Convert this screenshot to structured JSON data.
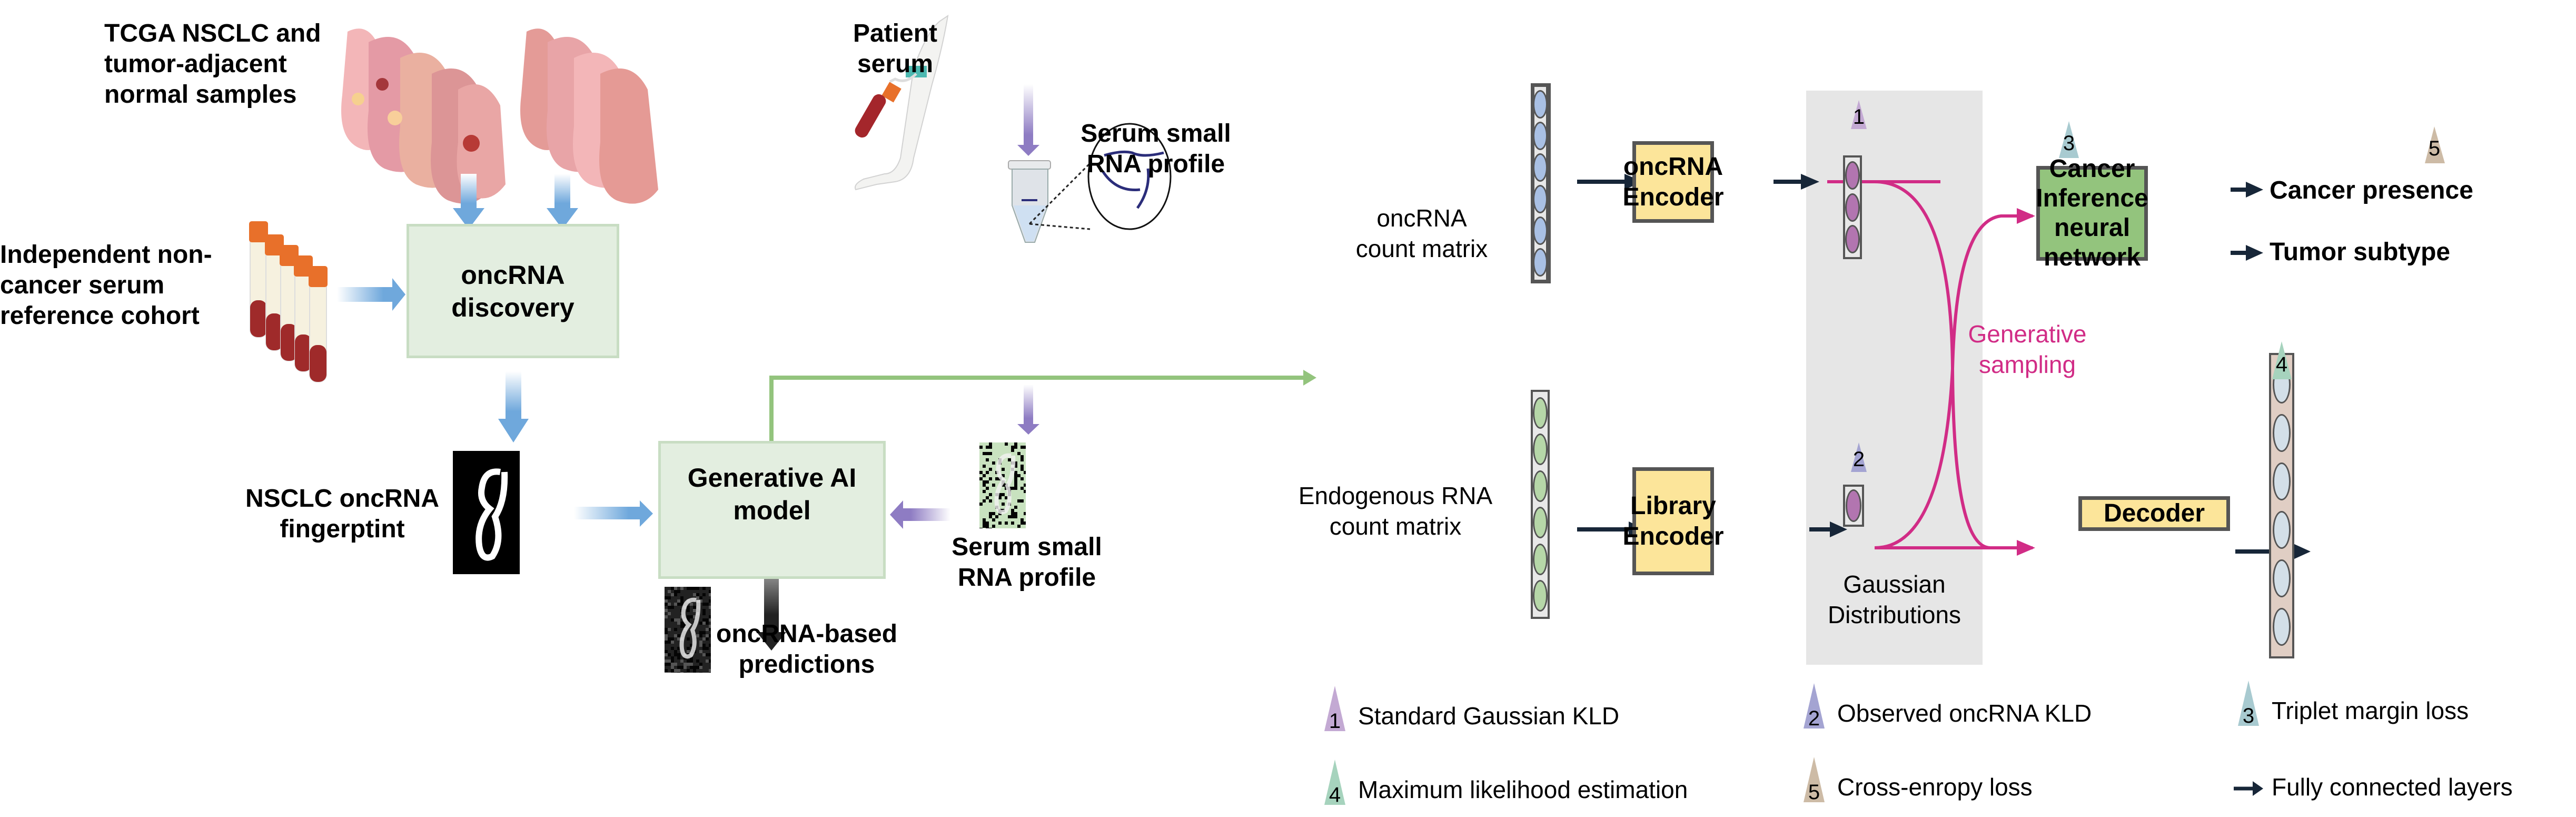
{
  "left_panel": {
    "tcga_label": [
      "TCGA NSCLC and",
      "tumor-adjacent",
      "normal samples"
    ],
    "noncancer_label": [
      "Independent non-",
      "cancer serum",
      "reference cohort"
    ],
    "discovery_box": [
      "oncRNA",
      "discovery"
    ],
    "fingerprint_label": [
      "NSCLC oncRNA",
      "fingerptint"
    ],
    "generative_box": [
      "Generative AI",
      "model"
    ],
    "patient_label": [
      "Patient",
      "serum"
    ],
    "serum_profile_top": [
      "Serum small",
      "RNA profile"
    ],
    "serum_profile_bottom": [
      "Serum small",
      "RNA profile"
    ],
    "predictions_label": [
      "oncRNA-based",
      "predictions"
    ]
  },
  "right_panel": {
    "oncrna_matrix_label": [
      "oncRNA",
      "count matrix"
    ],
    "endogenous_matrix_label": [
      "Endogenous RNA",
      "count matrix"
    ],
    "oncrna_encoder": [
      "oncRNA",
      "Encoder"
    ],
    "library_encoder": [
      "Library",
      "Encoder"
    ],
    "gaussian_label": [
      "Gaussian",
      "Distributions"
    ],
    "generative_sampling": [
      "Generative",
      "sampling"
    ],
    "cancer_nn": [
      "Cancer",
      "Inference",
      "neural network"
    ],
    "decoder": "Decoder",
    "outputs": [
      "Cancer presence",
      "Tumor subtype"
    ],
    "markers": {
      "m1": "1",
      "m2": "2",
      "m3": "3",
      "m4": "4",
      "m5": "5"
    }
  },
  "legend": [
    {
      "num": "1",
      "label": "Standard Gaussian KLD",
      "color": "#c3a9d3"
    },
    {
      "num": "2",
      "label": "Observed oncRNA KLD",
      "color": "#a4a4d2"
    },
    {
      "num": "3",
      "label": "Triplet margin loss",
      "color": "#a8cad0"
    },
    {
      "num": "4",
      "label": "Maximum likelihood estimation",
      "color": "#a6d3bd"
    },
    {
      "num": "5",
      "label": "Cross-enropy loss",
      "color": "#cdbba6"
    },
    {
      "num": "",
      "label": "Fully connected layers",
      "color": "#172638"
    }
  ],
  "colors": {
    "blue_arrow": "#6fa8dc",
    "purple_arrow": "#8e7cc3",
    "green_line": "#93c47d",
    "magenta": "#d12c86",
    "dark_arrow": "#172638"
  }
}
